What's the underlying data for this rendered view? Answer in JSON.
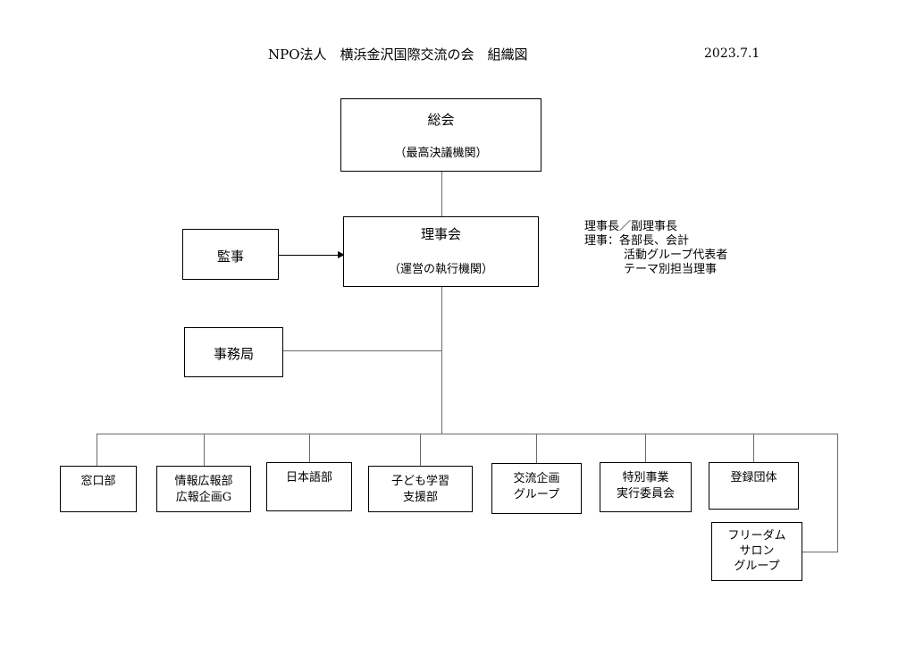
{
  "header": {
    "title": "NPO法人　横浜金沢国際交流の会　組織図",
    "date": "2023.7.1"
  },
  "boxes": {
    "general": {
      "main": "総会",
      "sub": "（最高決議機関）"
    },
    "board": {
      "main": "理事会",
      "sub": "（運営の執行機関）"
    },
    "auditor": {
      "main": "監事"
    },
    "secretariat": {
      "main": "事務局"
    }
  },
  "board_note": {
    "line1": "理事長／副理事長",
    "line2": "理事：各部長、会計",
    "line3": "活動グループ代表者",
    "line4": "テーマ別担当理事"
  },
  "departments": [
    {
      "lines": [
        "窓口部"
      ]
    },
    {
      "lines": [
        "情報広報部",
        "広報企画G"
      ]
    },
    {
      "lines": [
        "日本語部"
      ]
    },
    {
      "lines": [
        "子ども学習",
        "支援部"
      ]
    },
    {
      "lines": [
        "交流企画",
        "グループ"
      ]
    },
    {
      "lines": [
        "特別事業",
        "実行委員会"
      ]
    },
    {
      "lines": [
        "登録団体"
      ]
    }
  ],
  "sub_group": {
    "lines": [
      "フリーダム",
      "サロン",
      "グループ"
    ]
  }
}
